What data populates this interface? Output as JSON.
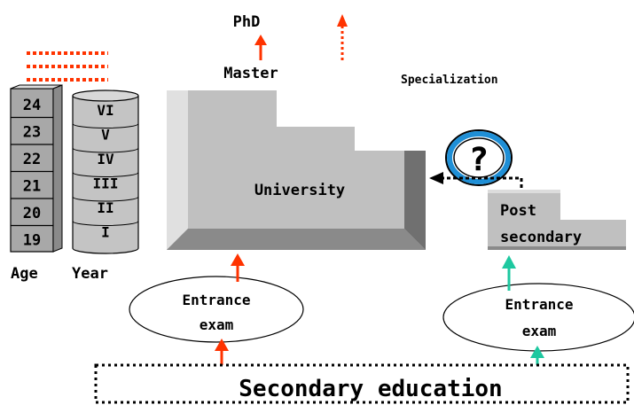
{
  "labels": {
    "phd": "PhD",
    "master": "Master",
    "specialization": "Specialization",
    "university": "University",
    "post_line1": "Post",
    "post_line2": "secondary",
    "age_header": "Age",
    "year_header": "Year",
    "entrance_left_1": "Entrance",
    "entrance_left_2": "exam",
    "entrance_right_1": "Entrance",
    "entrance_right_2": "exam",
    "secondary": "Secondary education",
    "question": "?"
  },
  "ages": [
    "24",
    "23",
    "22",
    "21",
    "20",
    "19"
  ],
  "years": [
    "VI",
    "V",
    "IV",
    "III",
    "II",
    "I"
  ],
  "colors": {
    "university_arrow": "#ff3300",
    "post_secondary_arrow": "#1ec8a0",
    "question_ring": "#1f8fd6",
    "block_face": "#c0c0c0"
  }
}
